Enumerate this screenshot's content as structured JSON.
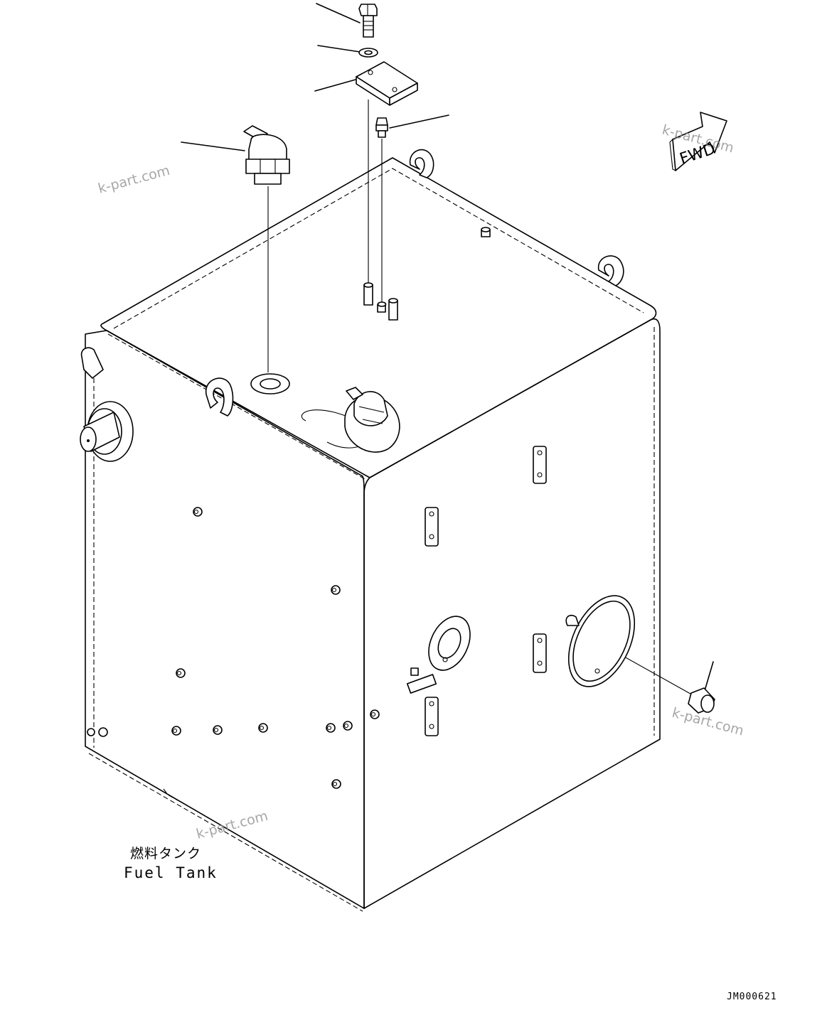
{
  "diagram": {
    "part_label_jp": "燃料タンク",
    "part_label_en": "Fuel Tank",
    "drawing_code": "JM000621",
    "direction_marker": "FWD",
    "watermarks": [
      "k-part.com",
      "k-part.com",
      "k-part.com",
      "k-part.com"
    ]
  }
}
